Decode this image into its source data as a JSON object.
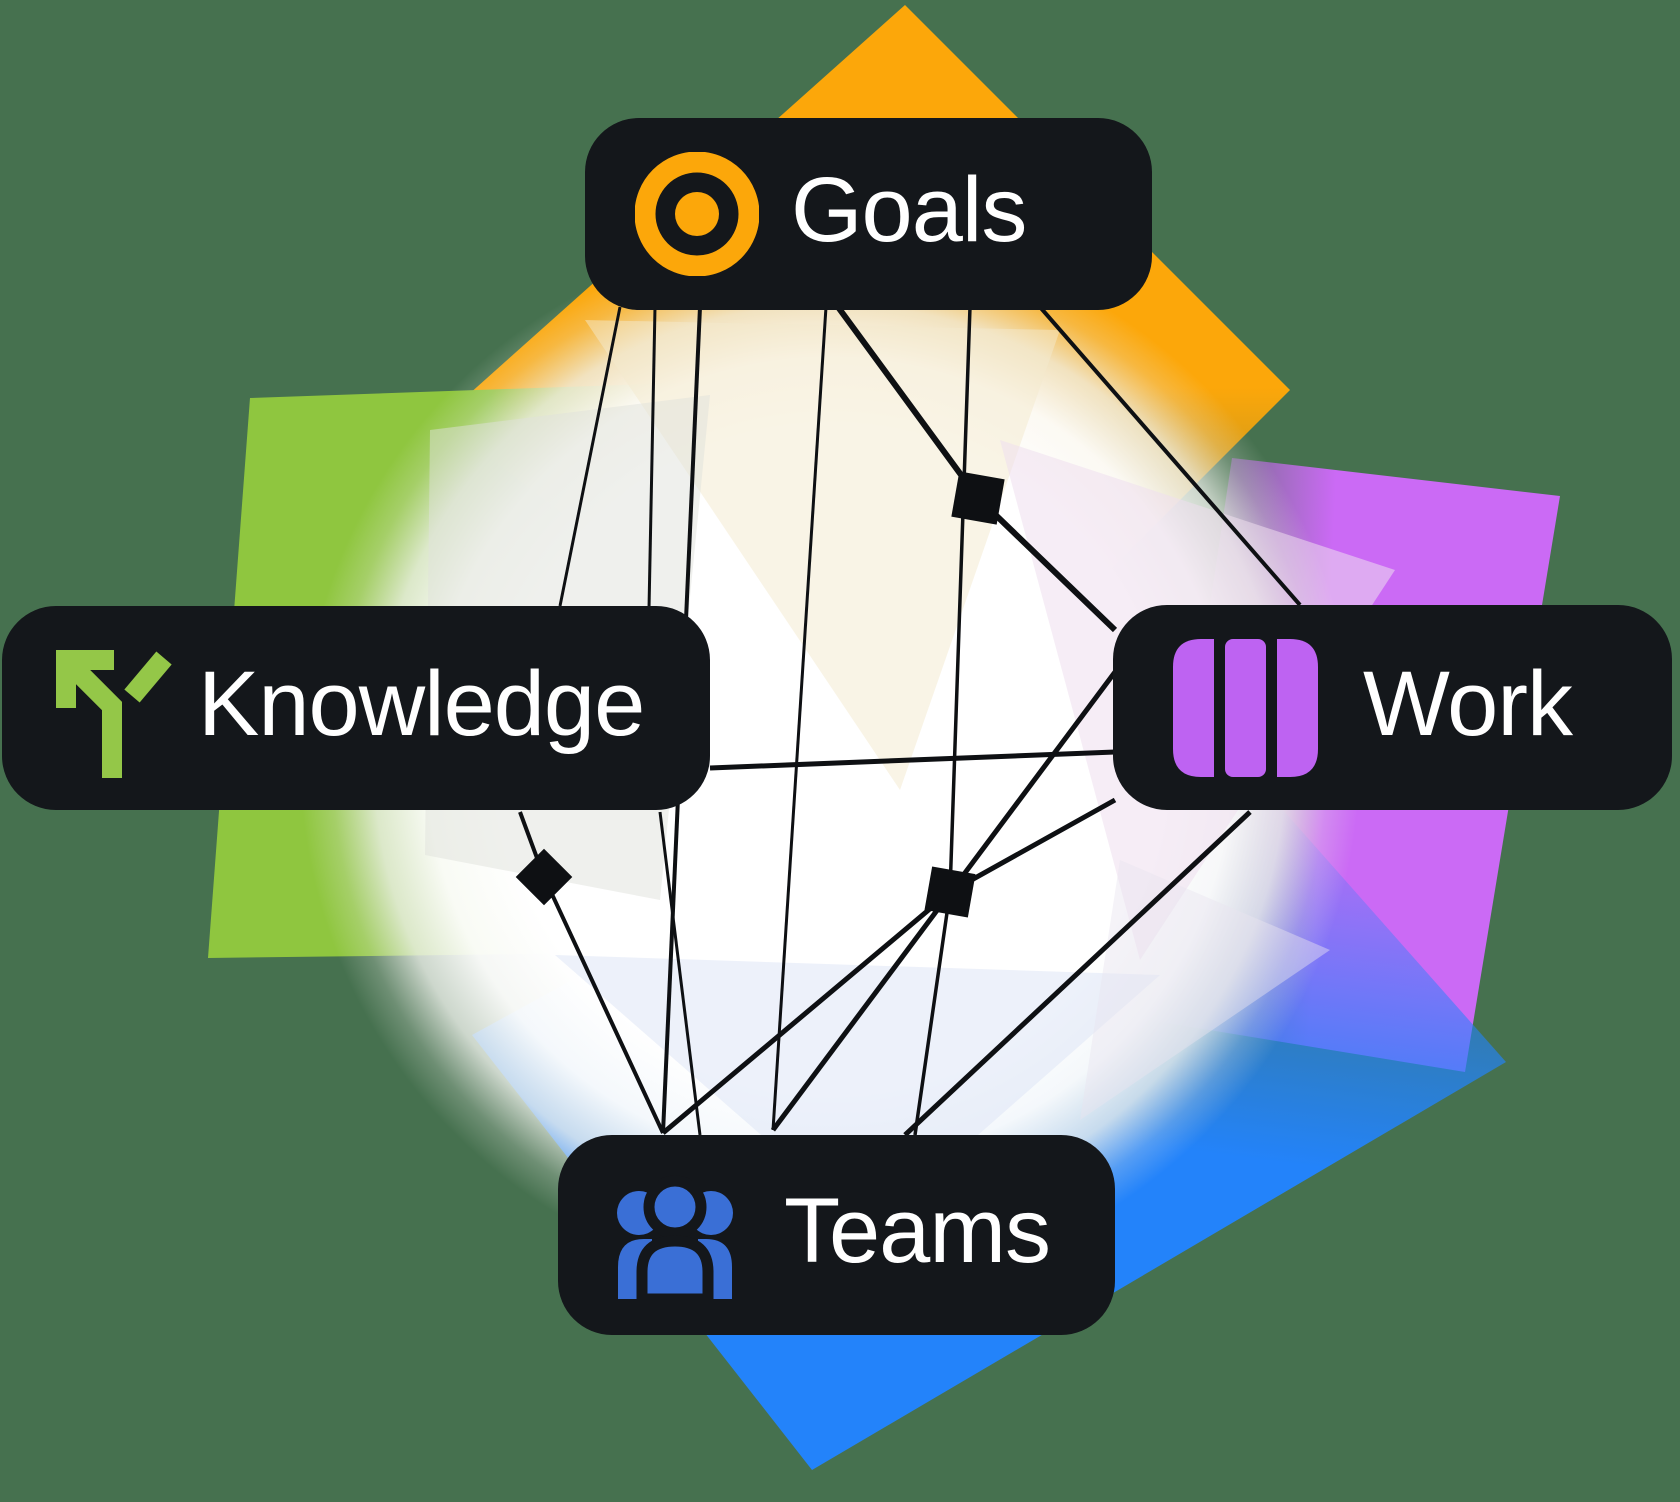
{
  "diagram": {
    "nodes": [
      {
        "id": "goals",
        "label": "Goals",
        "icon": "target-icon",
        "accent": "#FCA70A",
        "position": "top"
      },
      {
        "id": "knowledge",
        "label": "Knowledge",
        "icon": "branch-arrow-icon",
        "accent": "#94C748",
        "position": "left"
      },
      {
        "id": "work",
        "label": "Work",
        "icon": "board-columns-icon",
        "accent": "#BE63F2",
        "position": "right"
      },
      {
        "id": "teams",
        "label": "Teams",
        "icon": "people-icon",
        "accent": "#3A6FD6",
        "position": "bottom"
      }
    ],
    "connector_nodes_count": 3,
    "connections_description": "black network lines linking Goals, Knowledge, Work and Teams through three small square junction nodes"
  },
  "colors": {
    "bg": "#46714F",
    "pill": "#14171B",
    "text": "#FFFFFF",
    "line": "#0E1013",
    "orange": "#FCA70A",
    "lime": "#94C748",
    "purple": "#BE63F2",
    "blue": "#3A6FD6",
    "sq-orange": "#FCA70A",
    "sq-green": "#8FC63F",
    "sq-purple": "#CB6AF5",
    "sq-blue": "#2383FA"
  }
}
